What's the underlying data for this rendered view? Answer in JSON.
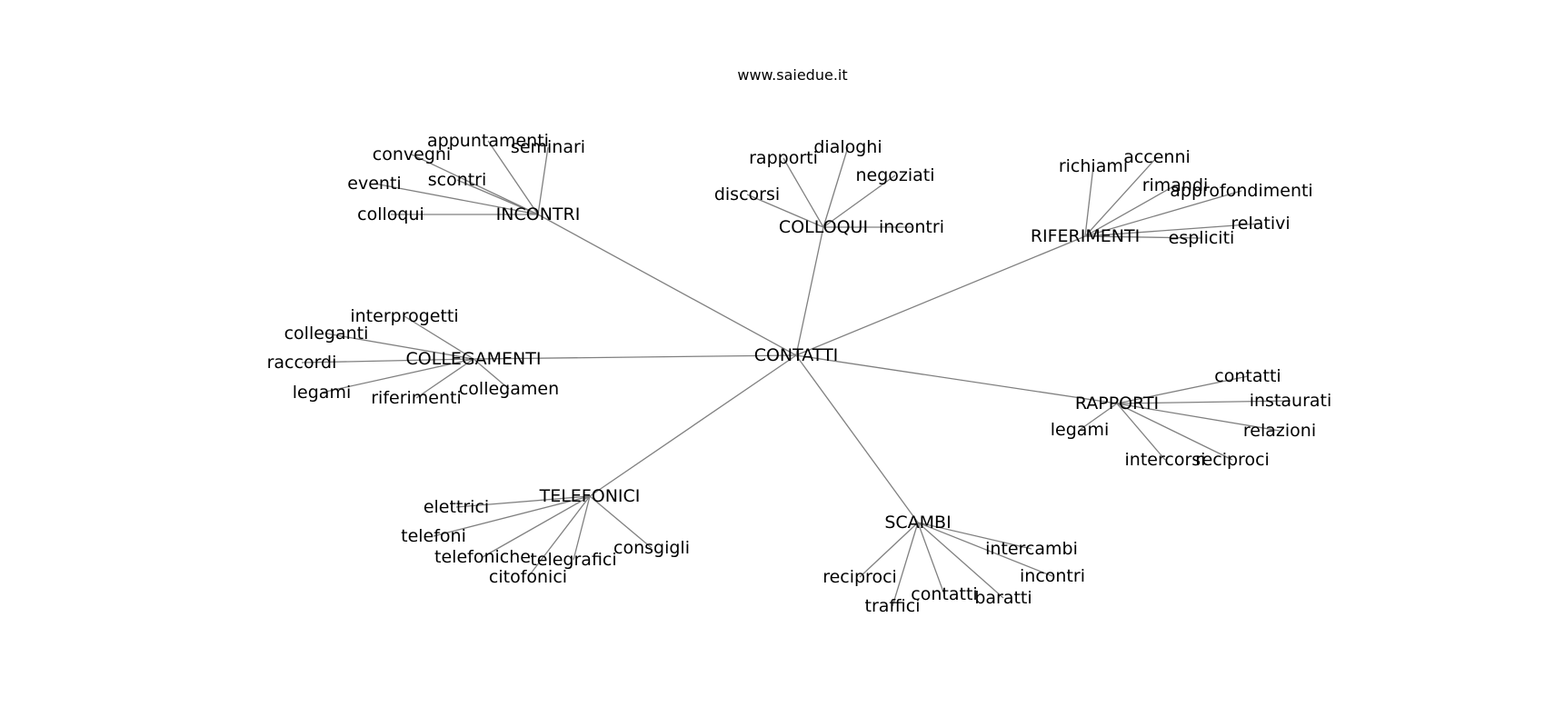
{
  "title": "www.saiedue.it",
  "colors": {
    "edge": "#808080",
    "text": "#000000",
    "background": "#ffffff"
  },
  "root": "CONTATTI",
  "groups": [
    {
      "id": "incontri",
      "label": "INCONTRI",
      "children": [
        "appuntamenti",
        "seminari",
        "convegni",
        "scontri",
        "eventi",
        "colloqui"
      ]
    },
    {
      "id": "colloqui",
      "label": "COLLOQUI",
      "children": [
        "rapporti",
        "dialoghi",
        "negoziati",
        "discorsi",
        "incontri"
      ]
    },
    {
      "id": "riferimenti",
      "label": "RIFERIMENTI",
      "children": [
        "richiami",
        "accenni",
        "rimandi",
        "approfondimenti",
        "relativi",
        "espliciti"
      ]
    },
    {
      "id": "collegamenti",
      "label": "COLLEGAMENTI",
      "children": [
        "interprogetti",
        "colleganti",
        "raccordi",
        "legami",
        "riferimenti",
        "collegamen"
      ]
    },
    {
      "id": "rapporti",
      "label": "RAPPORTI",
      "children": [
        "contatti",
        "instaurati",
        "relazioni",
        "legami",
        "intercorsi",
        "reciproci"
      ]
    },
    {
      "id": "telefonici",
      "label": "TELEFONICI",
      "children": [
        "elettrici",
        "telefoni",
        "telefoniche",
        "telegrafici",
        "consgigli",
        "citofonici"
      ]
    },
    {
      "id": "scambi",
      "label": "SCAMBI",
      "children": [
        "intercambi",
        "incontri",
        "reciproci",
        "traffici",
        "contatti",
        "baratti"
      ]
    }
  ]
}
